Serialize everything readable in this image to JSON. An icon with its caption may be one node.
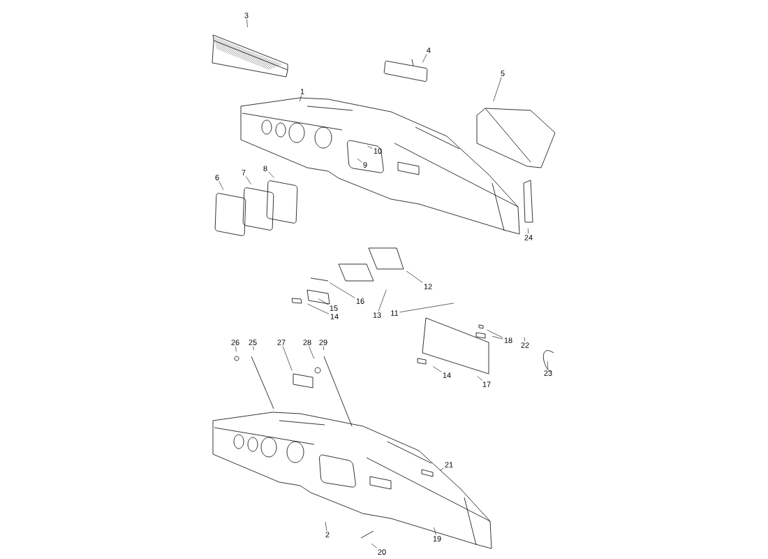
{
  "diagram": {
    "nodes": [
      {
        "text": [
          "3"
        ]
      },
      {
        "text": [
          "4"
        ]
      },
      {
        "text": [
          "5"
        ]
      },
      {
        "text": [
          "1"
        ]
      },
      {
        "text": [
          "10"
        ]
      },
      {
        "text": [
          "9"
        ]
      },
      {
        "text": [
          "8"
        ]
      },
      {
        "text": [
          "7"
        ]
      },
      {
        "text": [
          "6"
        ]
      },
      {
        "text": [
          "24"
        ]
      },
      {
        "text": [
          "12"
        ]
      },
      {
        "text": [
          "16"
        ]
      },
      {
        "text": [
          "15"
        ]
      },
      {
        "text": [
          "14"
        ]
      },
      {
        "text": [
          "13"
        ]
      },
      {
        "text": [
          "11"
        ]
      },
      {
        "text": [
          "18"
        ]
      },
      {
        "text": [
          "22"
        ]
      },
      {
        "text": [
          "26"
        ]
      },
      {
        "text": [
          "25"
        ]
      },
      {
        "text": [
          "27"
        ]
      },
      {
        "text": [
          "28"
        ]
      },
      {
        "text": [
          "29"
        ]
      },
      {
        "text": [
          "23"
        ]
      },
      {
        "text": [
          "14"
        ]
      },
      {
        "text": [
          "17"
        ]
      },
      {
        "text": [
          "21"
        ]
      },
      {
        "text": [
          "2"
        ]
      },
      {
        "text": [
          "19"
        ]
      },
      {
        "text": [
          "20"
        ]
      }
    ],
    "edges": [
      {
        "from": 0,
        "to": null,
        "arrow": "none"
      },
      {
        "from": 1,
        "to": null,
        "arrow": "none"
      },
      {
        "from": 2,
        "to": null,
        "arrow": "none"
      },
      {
        "from": 3,
        "to": null,
        "arrow": "none"
      },
      {
        "from": 4,
        "to": null,
        "arrow": "none"
      },
      {
        "from": 5,
        "to": null,
        "arrow": "none"
      },
      {
        "from": 6,
        "to": null,
        "arrow": "none"
      },
      {
        "from": 7,
        "to": null,
        "arrow": "none"
      },
      {
        "from": 8,
        "to": null,
        "arrow": "none"
      },
      {
        "from": 9,
        "to": null,
        "arrow": "none"
      },
      {
        "from": 10,
        "to": null,
        "arrow": "none"
      },
      {
        "from": 11,
        "to": null,
        "arrow": "none"
      },
      {
        "from": 12,
        "to": null,
        "arrow": "none"
      },
      {
        "from": 13,
        "to": null,
        "arrow": "none"
      },
      {
        "from": 14,
        "to": null,
        "arrow": "none"
      },
      {
        "from": 15,
        "to": null,
        "arrow": "none"
      },
      {
        "from": 16,
        "to": null,
        "arrow": "none"
      },
      {
        "from": 16,
        "to": null,
        "arrow": "none"
      },
      {
        "from": 17,
        "to": null,
        "arrow": "none"
      },
      {
        "from": 18,
        "to": null,
        "arrow": "none"
      },
      {
        "from": 19,
        "to": null,
        "arrow": "none"
      },
      {
        "from": 20,
        "to": null,
        "arrow": "none"
      },
      {
        "from": 21,
        "to": null,
        "arrow": "none"
      },
      {
        "from": 22,
        "to": null,
        "arrow": "none"
      },
      {
        "from": 23,
        "to": null,
        "arrow": "none"
      },
      {
        "from": 24,
        "to": null,
        "arrow": "none"
      },
      {
        "from": 25,
        "to": null,
        "arrow": "none"
      },
      {
        "from": 26,
        "to": null,
        "arrow": "none"
      },
      {
        "from": 27,
        "to": null,
        "arrow": "none"
      },
      {
        "from": 28,
        "to": null,
        "arrow": "none"
      },
      {
        "from": 29,
        "to": null,
        "arrow": "none"
      }
    ]
  }
}
